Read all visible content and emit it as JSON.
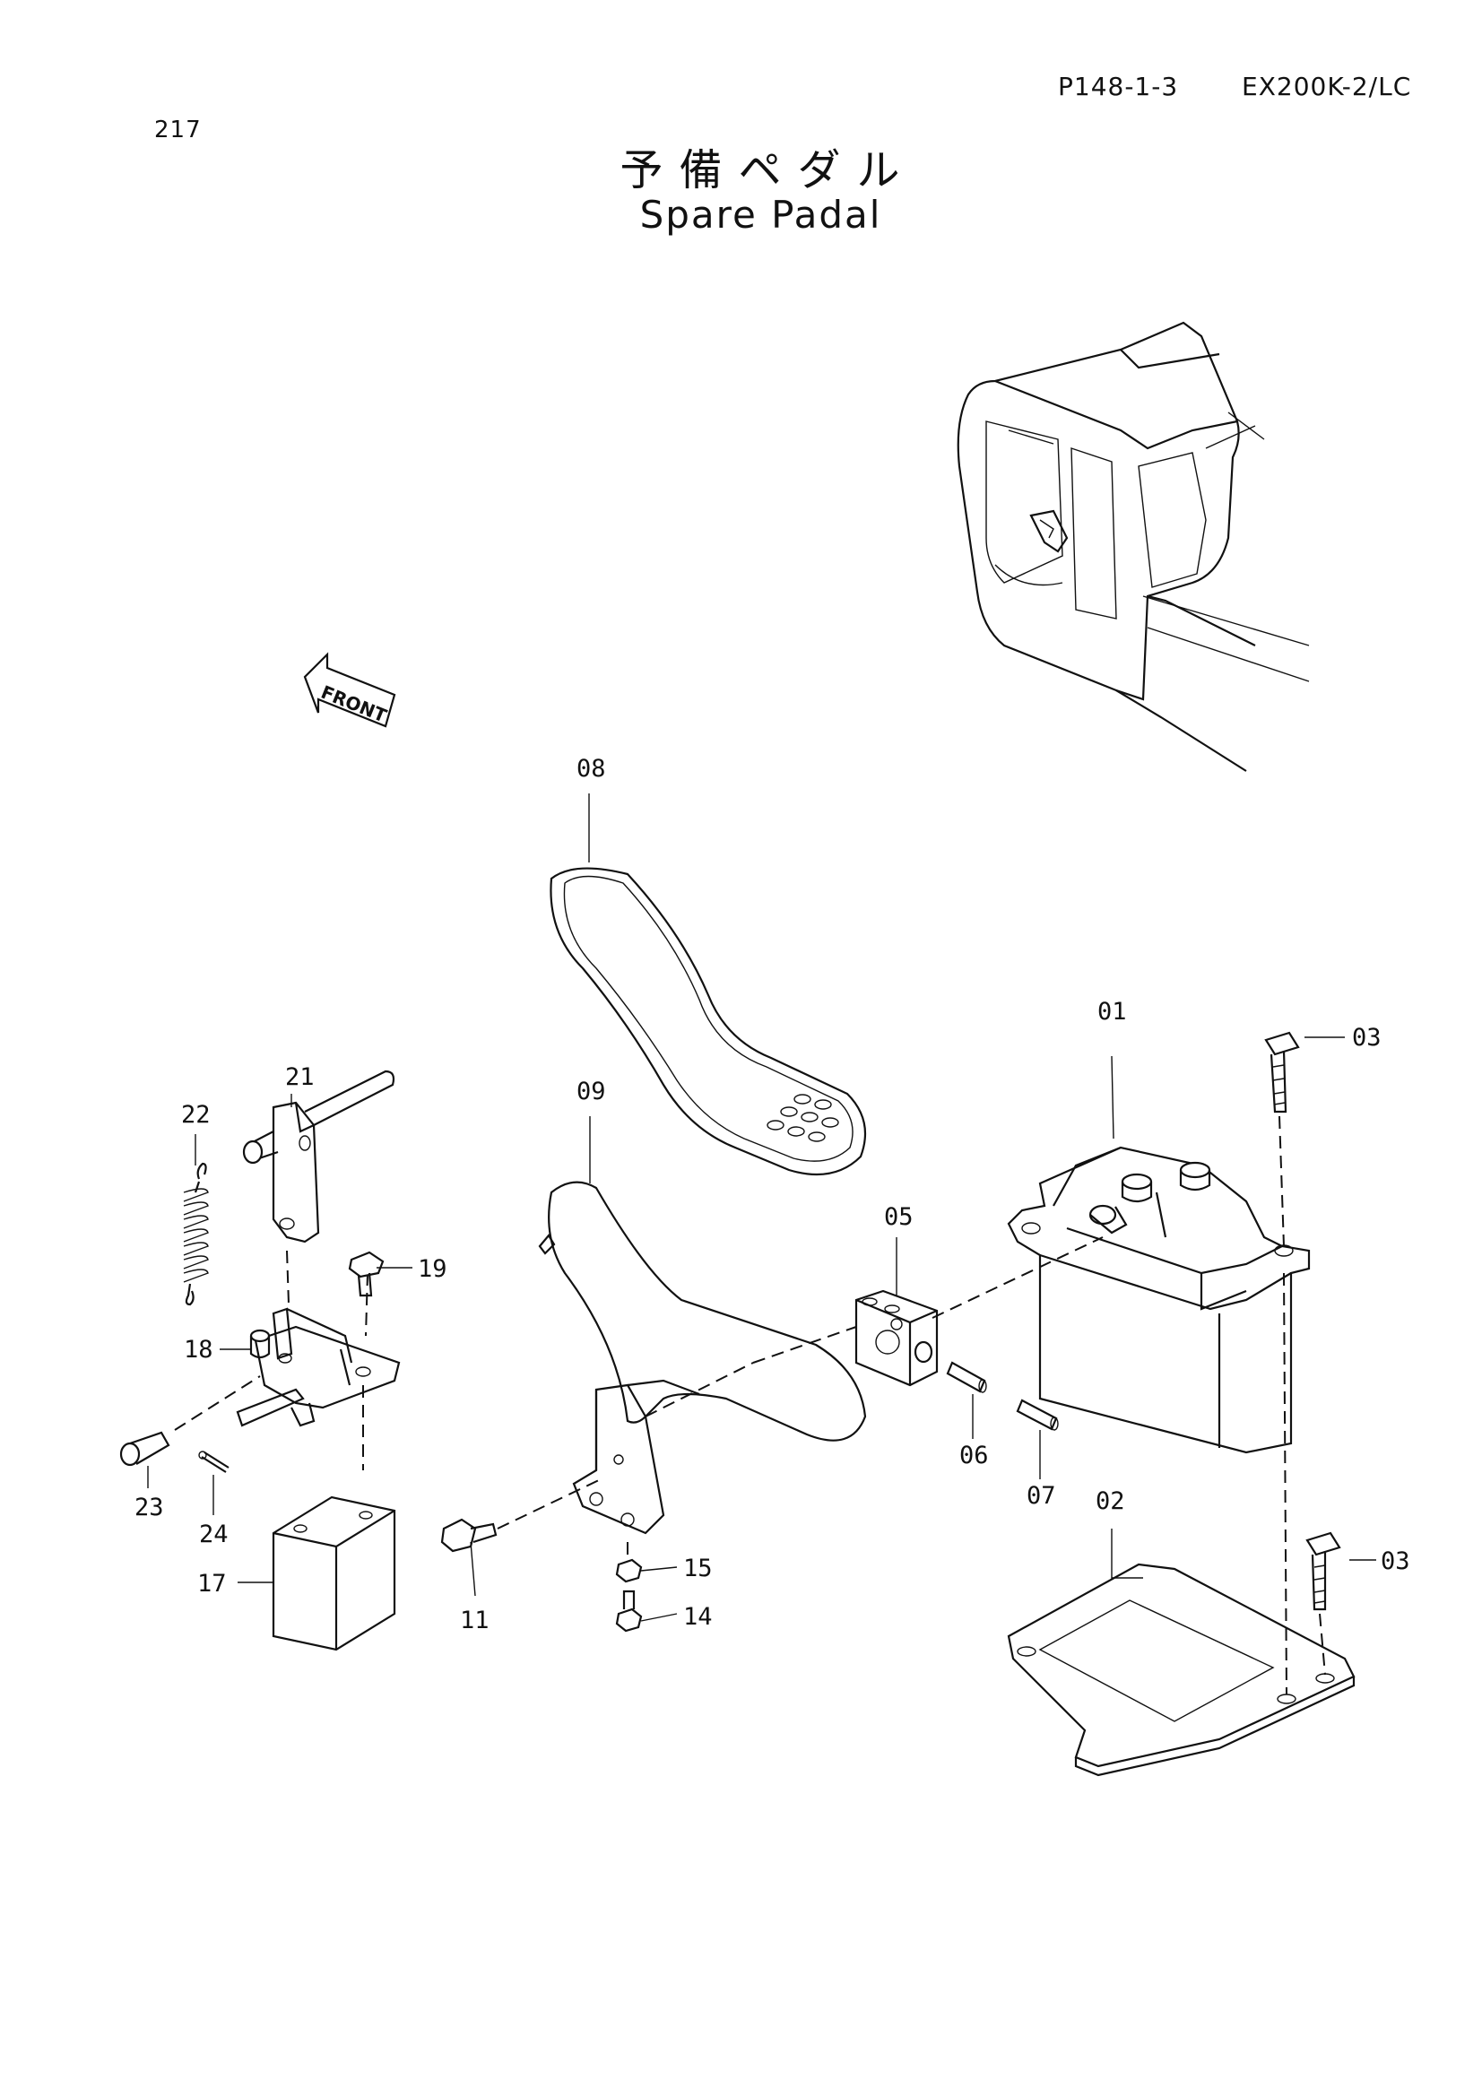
{
  "header": {
    "page_number": "217",
    "ref_code": "P148-1-3",
    "model": "EX200K-2/LC",
    "title_jp": "予備ペダル",
    "title_en": "Spare Padal"
  },
  "front_label": "FRONT",
  "callouts": {
    "c01": "01",
    "c02": "02",
    "c03a": "03",
    "c03b": "03",
    "c05": "05",
    "c06": "06",
    "c07": "07",
    "c08": "08",
    "c09": "09",
    "c11": "11",
    "c14": "14",
    "c15": "15",
    "c17": "17",
    "c18": "18",
    "c19": "19",
    "c21": "21",
    "c22": "22",
    "c23": "23",
    "c24": "24"
  }
}
